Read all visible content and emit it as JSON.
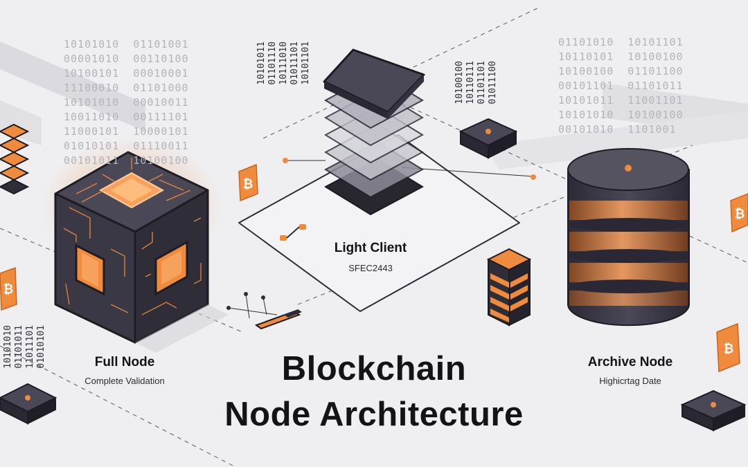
{
  "title": {
    "line1": "Blockchain",
    "line2": "Node Architecture"
  },
  "nodes": {
    "full_node": {
      "name": "Full Node",
      "caption": "Complete Validation"
    },
    "light_client": {
      "name": "Light Client",
      "caption": "SFEC2443"
    },
    "archive_node": {
      "name": "Archive Node",
      "caption": "Highicrtag Date"
    }
  },
  "binary_left": "10101010  01101001\n00001010  00110100\n10100101  00010001\n11100010  01101000\n10101010  00010011\n10011010  00111101\n11000101  10000101\n01010101  01110011\n00101011  10100100",
  "binary_right": "01101010  10101101\n10110101  10100100\n10100100  01101100\n00101101  01101011\n10101011  11001101\n10101010  10100100\n00101010  1101001",
  "binary_vert_1": "10101011\n01101110\n10111010\n01011101\n10101101",
  "binary_vert_2": "10100100\n10110111\n01101101\n01011100",
  "binary_vert_3": "10101010\n01101011\n11011101\n01010101",
  "bitcoin_symbol": "₿",
  "colors": {
    "background": "#efeff1",
    "dark": "#34323f",
    "accent": "#f08a3c",
    "accent_light": "#f7a25c"
  }
}
